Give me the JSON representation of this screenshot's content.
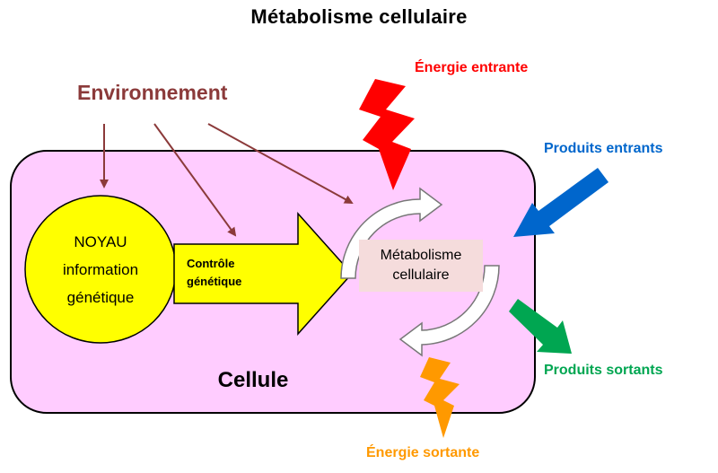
{
  "title": "Métabolisme cellulaire",
  "environment": {
    "label": "Environnement",
    "color": "#8b3a3a"
  },
  "cell": {
    "label": "Cellule",
    "fill": "#ffccff",
    "stroke": "#000000"
  },
  "nucleus": {
    "line1": "NOYAU",
    "line2": "information",
    "line3": "génétique",
    "fill": "#ffff00"
  },
  "genetic_control": {
    "line1": "Contrôle",
    "line2": "génétique",
    "fill": "#ffff00"
  },
  "metabolism": {
    "line1": "Métabolisme",
    "line2": "cellulaire",
    "box_fill": "#f5dcdc"
  },
  "energy_in": {
    "label": "Énergie entrante",
    "color": "#ff0000"
  },
  "energy_out": {
    "label": "Énergie sortante",
    "color": "#ff9900"
  },
  "products_in": {
    "label": "Produits entrants",
    "color": "#0066cc"
  },
  "products_out": {
    "label": "Produits sortants",
    "color": "#00a651"
  }
}
